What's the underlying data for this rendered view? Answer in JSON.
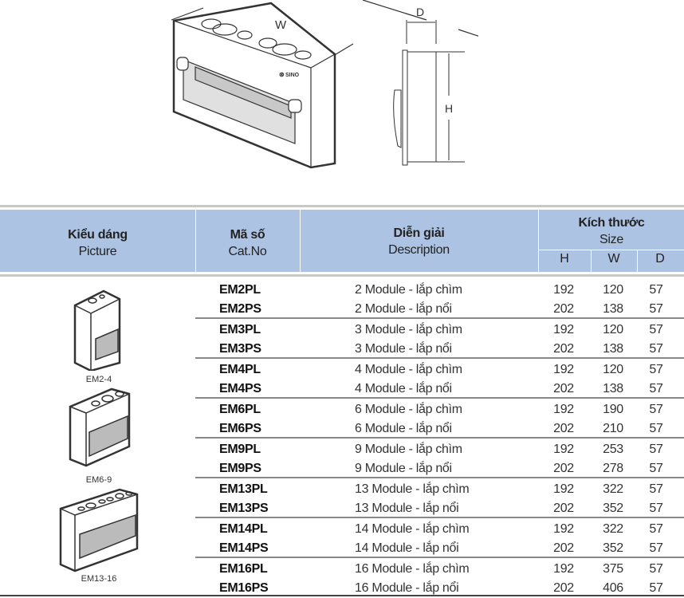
{
  "diagram": {
    "label_w": "W",
    "label_d": "D",
    "label_h": "H",
    "brand_logo": "SINO"
  },
  "header": {
    "picture": {
      "vi": "Kiểu dáng",
      "en": "Picture"
    },
    "cat": {
      "vi": "Mã số",
      "en": "Cat.No"
    },
    "desc": {
      "vi": "Diễn giải",
      "en": "Description"
    },
    "size": {
      "vi": "Kích thước",
      "en": "Size",
      "h": "H",
      "w": "W",
      "d": "D"
    }
  },
  "pictures": [
    {
      "caption": "EM2-4"
    },
    {
      "caption": "EM6-9"
    },
    {
      "caption": "EM13-16"
    }
  ],
  "rows": [
    {
      "cat": "EM2PL",
      "desc": "2 Module - lắp chìm",
      "h": "192",
      "w": "120",
      "d": "57"
    },
    {
      "cat": "EM2PS",
      "desc": "2 Module - lắp nổi",
      "h": "202",
      "w": "138",
      "d": "57"
    },
    {
      "cat": "EM3PL",
      "desc": "3 Module - lắp chìm",
      "h": "192",
      "w": "120",
      "d": "57"
    },
    {
      "cat": "EM3PS",
      "desc": "3 Module - lắp nổi",
      "h": "202",
      "w": "138",
      "d": "57"
    },
    {
      "cat": "EM4PL",
      "desc": "4 Module - lắp chìm",
      "h": "192",
      "w": "120",
      "d": "57"
    },
    {
      "cat": "EM4PS",
      "desc": "4 Module - lắp nổi",
      "h": "202",
      "w": "138",
      "d": "57"
    },
    {
      "cat": "EM6PL",
      "desc": "6 Module - lắp chìm",
      "h": "192",
      "w": "190",
      "d": "57"
    },
    {
      "cat": "EM6PS",
      "desc": "6 Module - lắp nổi",
      "h": "202",
      "w": "210",
      "d": "57"
    },
    {
      "cat": "EM9PL",
      "desc": "9 Module - lắp chìm",
      "h": "192",
      "w": "253",
      "d": "57"
    },
    {
      "cat": "EM9PS",
      "desc": "9 Module - lắp nổi",
      "h": "202",
      "w": "278",
      "d": "57"
    },
    {
      "cat": "EM13PL",
      "desc": "13 Module - lắp chìm",
      "h": "192",
      "w": "322",
      "d": "57"
    },
    {
      "cat": "EM13PS",
      "desc": "13 Module - lắp nổi",
      "h": "202",
      "w": "352",
      "d": "57"
    },
    {
      "cat": "EM14PL",
      "desc": "14 Module - lắp chìm",
      "h": "192",
      "w": "322",
      "d": "57"
    },
    {
      "cat": "EM14PS",
      "desc": "14 Module - lắp nổi",
      "h": "202",
      "w": "352",
      "d": "57"
    },
    {
      "cat": "EM16PL",
      "desc": "16 Module - lắp chìm",
      "h": "192",
      "w": "375",
      "d": "57"
    },
    {
      "cat": "EM16PS",
      "desc": "16 Module - lắp nổi",
      "h": "202",
      "w": "406",
      "d": "57"
    }
  ]
}
